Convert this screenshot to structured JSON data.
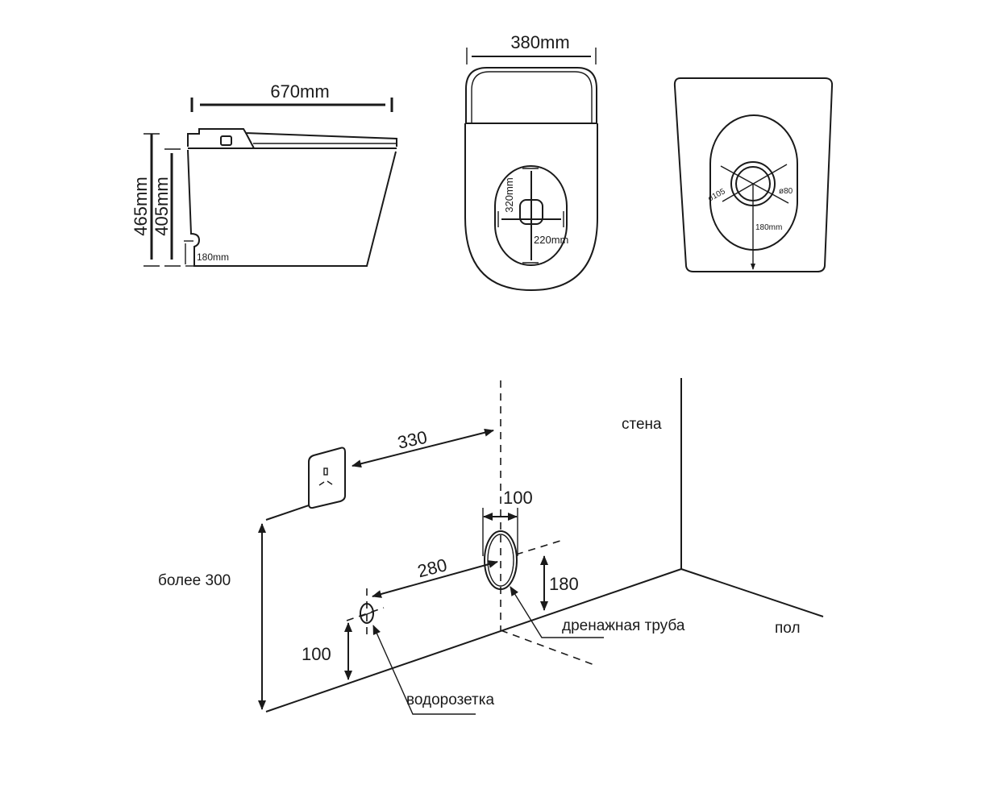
{
  "side_view": {
    "width_label": "670mm",
    "total_height_label": "465mm",
    "bowl_height_label": "405mm",
    "outlet_height_label": "180mm"
  },
  "top_view": {
    "width_label": "380mm",
    "opening_length_label": "320mm",
    "opening_width_label": "220mm"
  },
  "bottom_view": {
    "outer_diameter_label": "ø105",
    "inner_diameter_label": "ø80",
    "outlet_distance_label": "180mm"
  },
  "installation": {
    "socket_distance_label": "330",
    "pipe_width_label": "100",
    "water_distance_label": "280",
    "pipe_height_label": "180",
    "water_height_label": "100",
    "socket_height_label": "более 300",
    "wall_label": "стена",
    "floor_label": "пол",
    "drain_label": "дренажная труба",
    "water_outlet_label": "водорозетка"
  }
}
